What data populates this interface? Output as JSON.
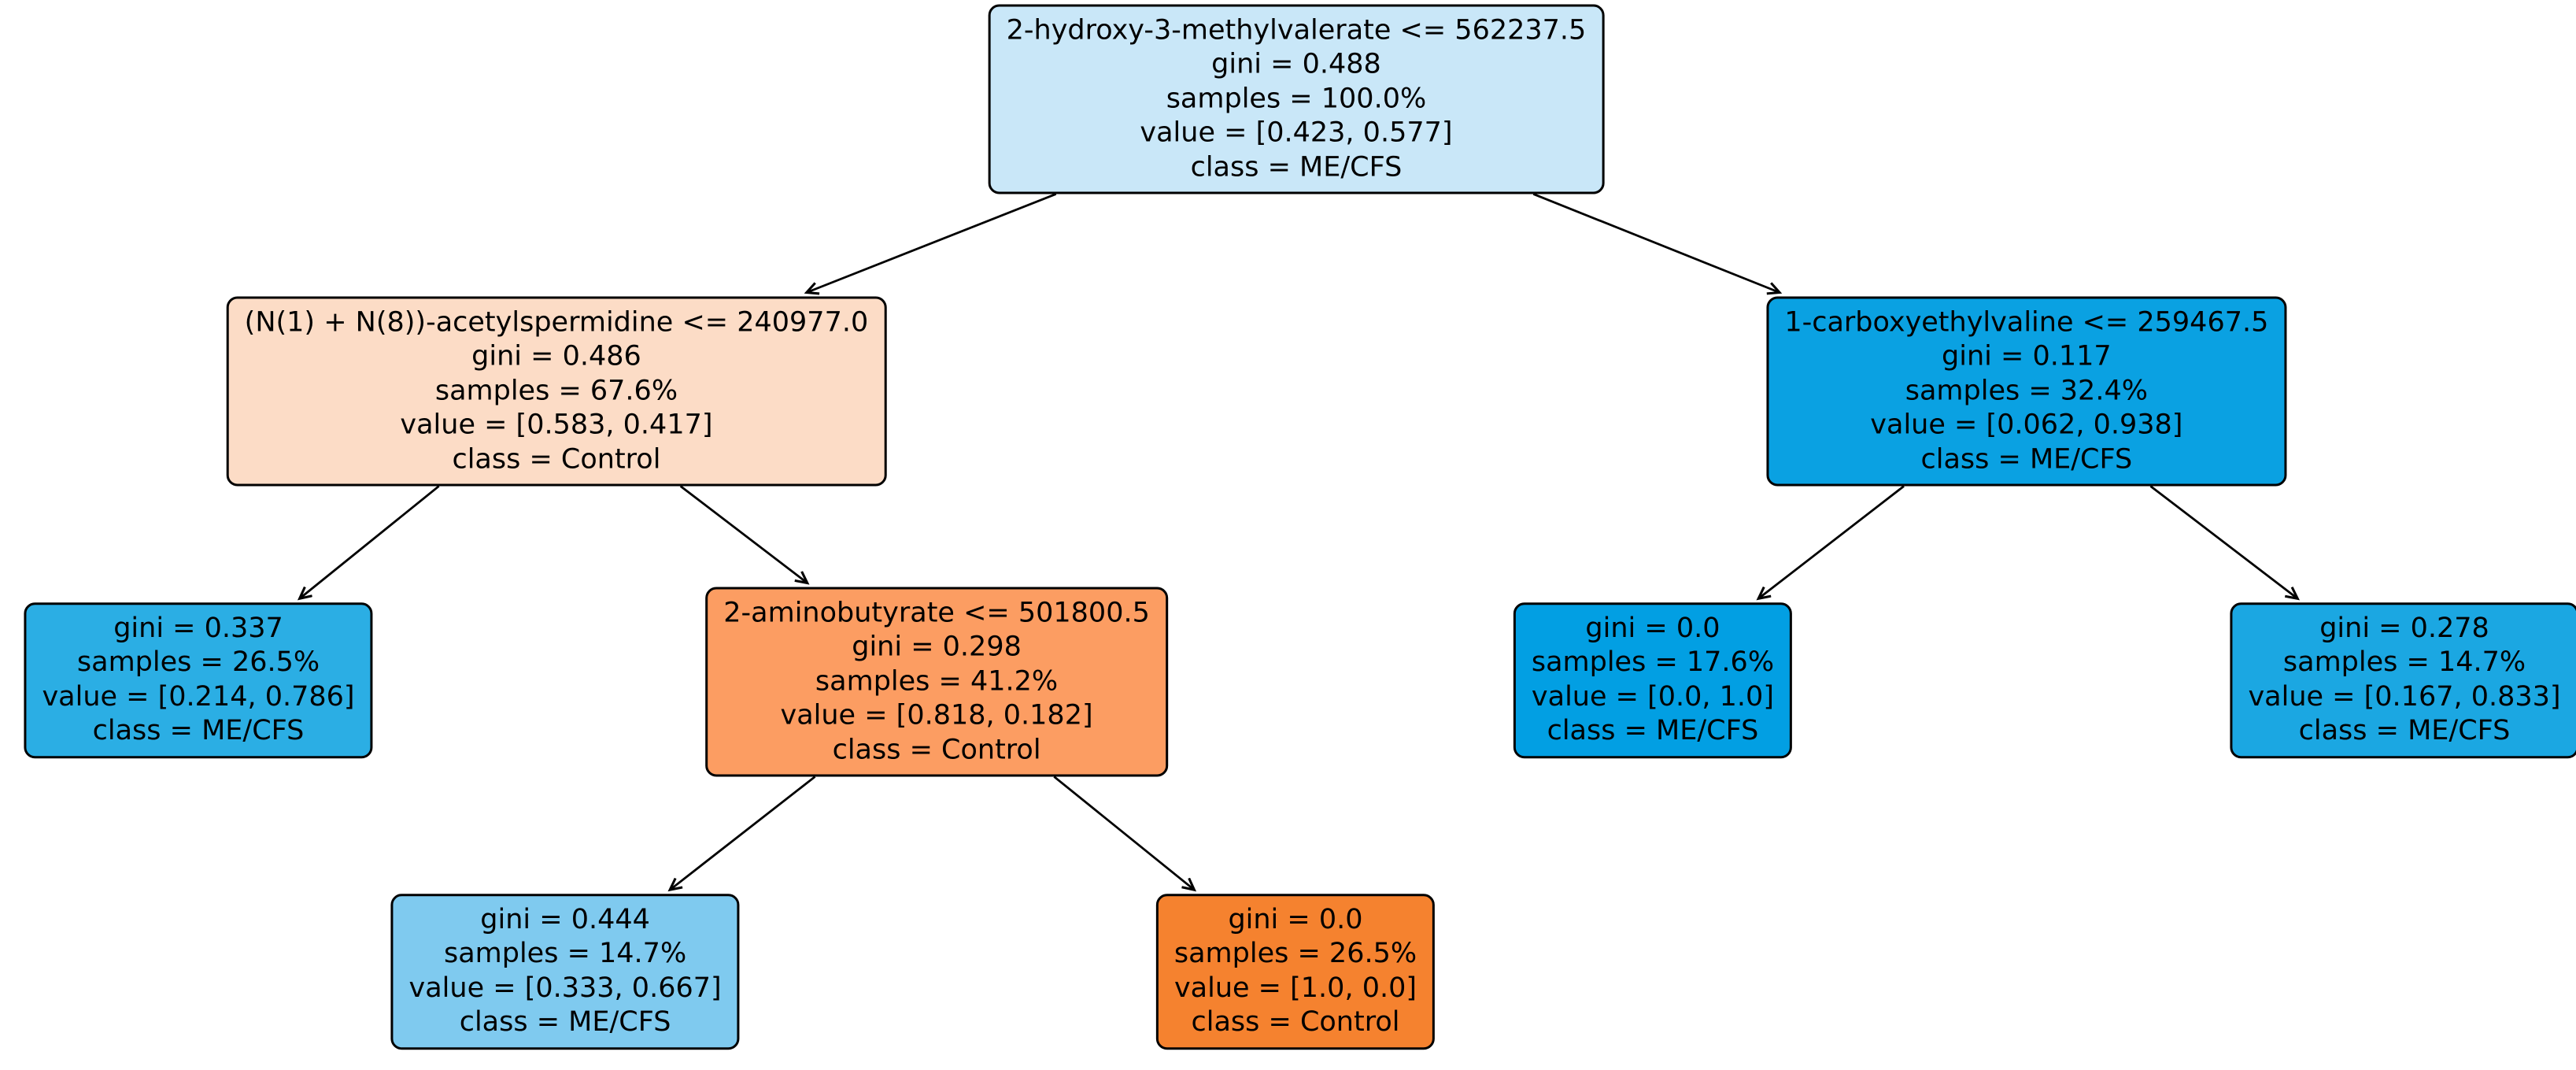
{
  "figure": {
    "background_color": "#ffffff",
    "type": "decision-tree-plot",
    "classes": [
      "Control",
      "ME/CFS"
    ]
  },
  "tree": {
    "nodes": {
      "root": {
        "text": "2-hydroxy-3-methylvalerate <= 562237.5\ngini = 0.488\nsamples = 100.0%\nvalue = [0.423, 0.577]\nclass = ME/CFS",
        "feature": "2-hydroxy-3-methylvalerate",
        "threshold": 562237.5,
        "gini": 0.488,
        "samples_pct": "100.0%",
        "value": [
          0.423,
          0.577
        ],
        "class": "ME/CFS",
        "color": "#c9e7f8"
      },
      "node_l": {
        "text": "(N(1) + N(8))-acetylspermidine <= 240977.0\ngini = 0.486\nsamples = 67.6%\nvalue = [0.583, 0.417]\nclass = Control",
        "feature": "(N(1) + N(8))-acetylspermidine",
        "threshold": 240977.0,
        "gini": 0.486,
        "samples_pct": "67.6%",
        "value": [
          0.583,
          0.417
        ],
        "class": "Control",
        "color": "#fcdcc6"
      },
      "node_r": {
        "text": "1-carboxyethylvaline <= 259467.5\ngini = 0.117\nsamples = 32.4%\nvalue = [0.062, 0.938]\nclass = ME/CFS",
        "feature": "1-carboxyethylvaline",
        "threshold": 259467.5,
        "gini": 0.117,
        "samples_pct": "32.4%",
        "value": [
          0.062,
          0.938
        ],
        "class": "ME/CFS",
        "color": "#0aa1e2"
      },
      "node_ll": {
        "text": "gini = 0.337\nsamples = 26.5%\nvalue = [0.214, 0.786]\nclass = ME/CFS",
        "gini": 0.337,
        "samples_pct": "26.5%",
        "value": [
          0.214,
          0.786
        ],
        "class": "ME/CFS",
        "color": "#2baee4"
      },
      "node_lr": {
        "text": "2-aminobutyrate <= 501800.5\ngini = 0.298\nsamples = 41.2%\nvalue = [0.818, 0.182]\nclass = Control",
        "feature": "2-aminobutyrate",
        "threshold": 501800.5,
        "gini": 0.298,
        "samples_pct": "41.2%",
        "value": [
          0.818,
          0.182
        ],
        "class": "Control",
        "color": "#fc9d62"
      },
      "node_rl": {
        "text": "gini = 0.0\nsamples = 17.6%\nvalue = [0.0, 1.0]\nclass = ME/CFS",
        "gini": 0.0,
        "samples_pct": "17.6%",
        "value": [
          0.0,
          1.0
        ],
        "class": "ME/CFS",
        "color": "#029fe3"
      },
      "node_rr": {
        "text": "gini = 0.278\nsamples = 14.7%\nvalue = [0.167, 0.833]\nclass = ME/CFS",
        "gini": 0.278,
        "samples_pct": "14.7%",
        "value": [
          0.167,
          0.833
        ],
        "class": "ME/CFS",
        "color": "#1ba7e2"
      },
      "node_lrl": {
        "text": "gini = 0.444\nsamples = 14.7%\nvalue = [0.333, 0.667]\nclass = ME/CFS",
        "gini": 0.444,
        "samples_pct": "14.7%",
        "value": [
          0.333,
          0.667
        ],
        "class": "ME/CFS",
        "color": "#7fcaef"
      },
      "node_lrr": {
        "text": "gini = 0.0\nsamples = 26.5%\nvalue = [1.0, 0.0]\nclass = Control",
        "gini": 0.0,
        "samples_pct": "26.5%",
        "value": [
          1.0,
          0.0
        ],
        "class": "Control",
        "color": "#f5822f"
      }
    },
    "edges": [
      {
        "from": "root",
        "to": "node_l"
      },
      {
        "from": "root",
        "to": "node_r"
      },
      {
        "from": "node_l",
        "to": "node_ll"
      },
      {
        "from": "node_l",
        "to": "node_lr"
      },
      {
        "from": "node_r",
        "to": "node_rl"
      },
      {
        "from": "node_r",
        "to": "node_rr"
      },
      {
        "from": "node_lr",
        "to": "node_lrl"
      },
      {
        "from": "node_lr",
        "to": "node_lrr"
      }
    ],
    "edge_color": "#000000"
  }
}
